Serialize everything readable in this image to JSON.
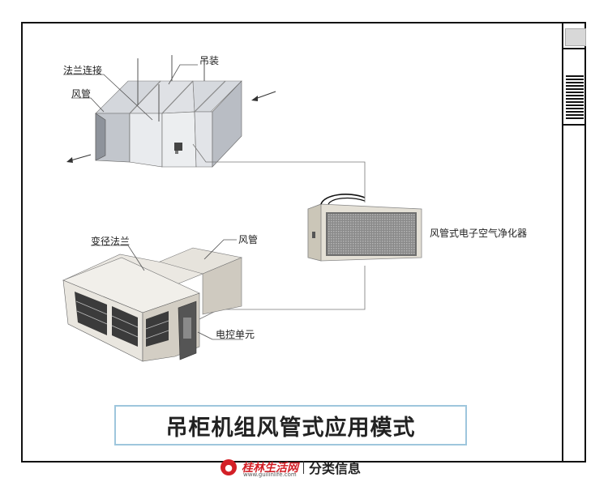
{
  "labels": {
    "flange_connection": "法兰连接",
    "hoisting": "吊装",
    "duct_top": "风管",
    "reducer_flange": "变径法兰",
    "duct_bottom": "风管",
    "control_unit": "电控单元",
    "purifier": "风管式电子空气净化器"
  },
  "title": "吊柜机组风管式应用模式",
  "watermark": {
    "site": "桂林生活网",
    "url": "www.guilinlife.com",
    "tag": "分类信息",
    "logo_color": "#d32027"
  },
  "colors": {
    "frame": "#111111",
    "title_border": "#9ec6dd",
    "duct_face": "#e4e6ea",
    "duct_side": "#b8bcc3",
    "unit_body": "#d9d4c8"
  }
}
